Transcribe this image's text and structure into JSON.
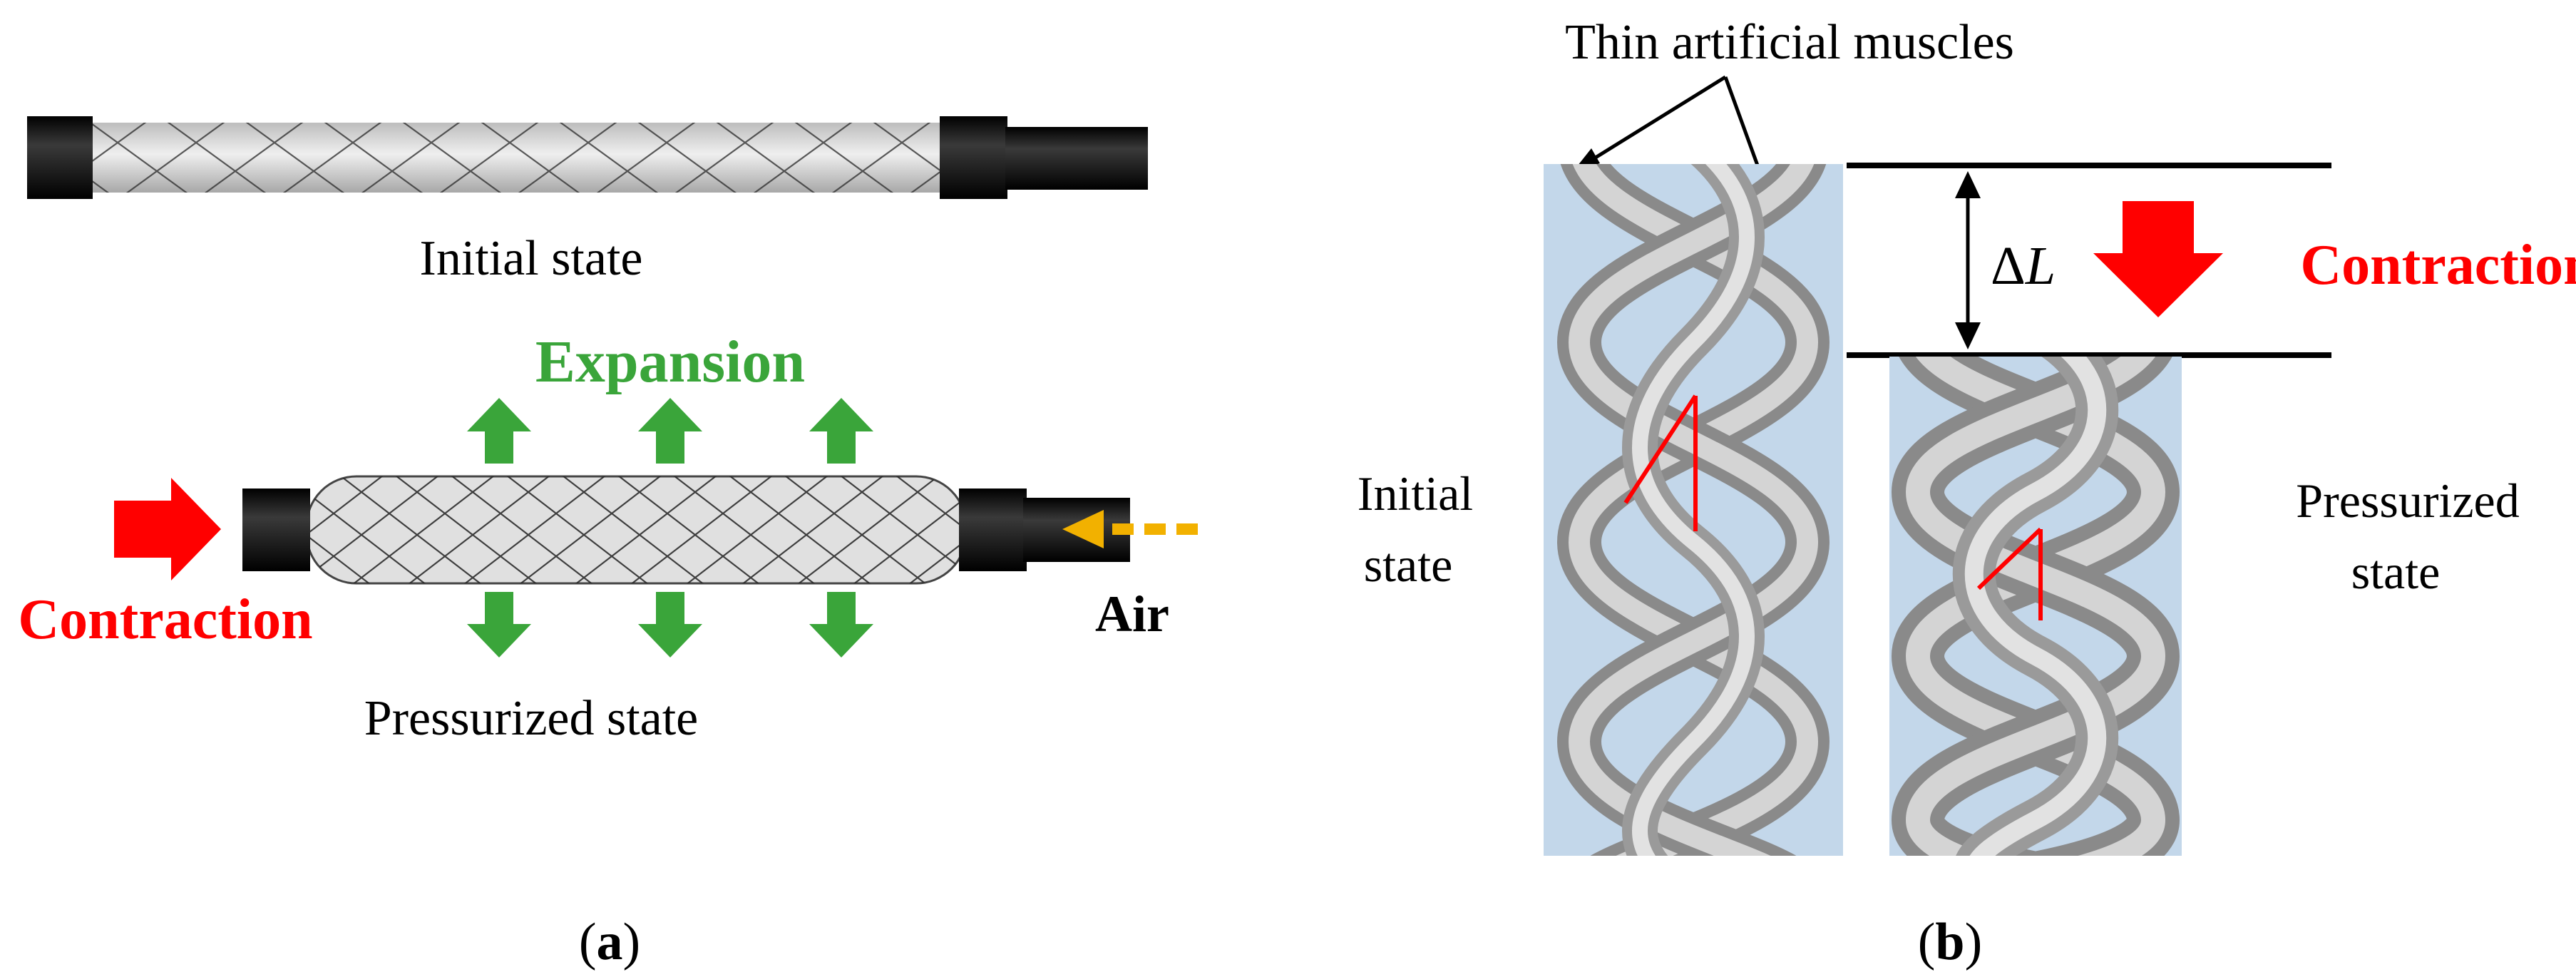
{
  "panel_a": {
    "initial_state_label": "Initial state",
    "expansion_label": "Expansion",
    "contraction_label": "Contraction",
    "air_label": "Air",
    "pressurized_state_label": "Pressurized state",
    "caption_letter": "a",
    "caption_open": "(",
    "caption_close": ")"
  },
  "panel_b": {
    "muscles_label": "Thin artificial muscles",
    "delta_symbol": "Δ",
    "delta_var": "L",
    "contraction_label": "Contraction",
    "initial_line1": "Initial",
    "initial_line2": "state",
    "pressurized_line1": "Pressurized",
    "pressurized_line2": "state",
    "caption_letter": "b",
    "caption_open": "(",
    "caption_close": ")"
  },
  "colors": {
    "contraction_arrow": "#ff0000",
    "expansion_arrow": "#3aa53a",
    "air_arrow": "#f2b100",
    "angle_lines": "#ff0000",
    "render_background": "#c3d7ea",
    "end_cap": "#111111"
  },
  "icons": {
    "contraction": "red-right-arrow-icon",
    "expansion": "green-up-down-arrow-icon",
    "air": "orange-left-arrow-icon",
    "length_change": "double-headed-arrow-icon"
  }
}
